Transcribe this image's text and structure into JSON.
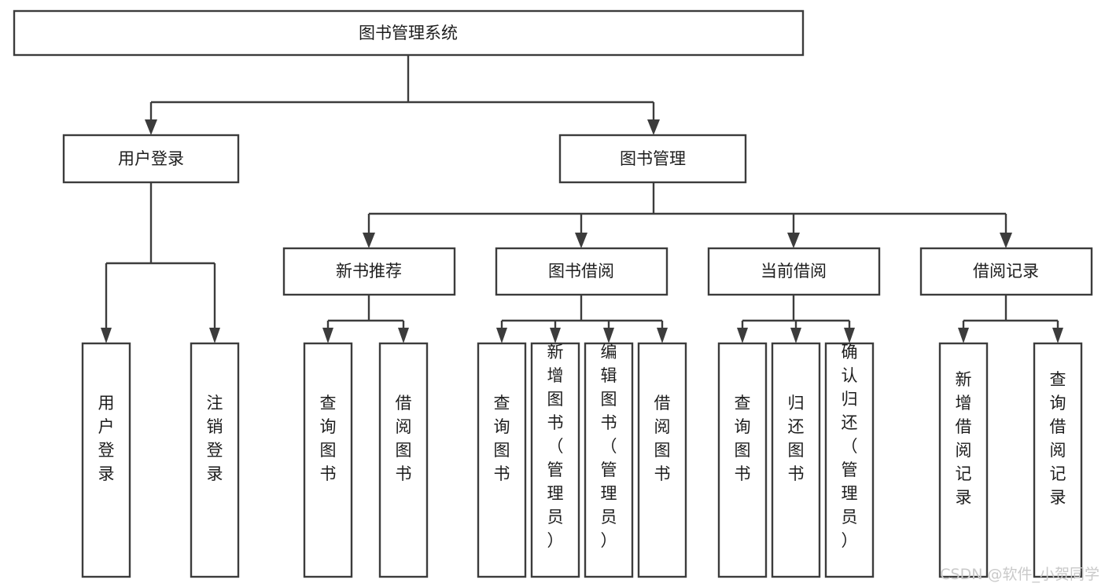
{
  "diagram": {
    "type": "tree",
    "orientation": "top-down",
    "title": "图书管理系统",
    "colors": {
      "background": "#ffffff",
      "box_fill": "#ffffff",
      "box_stroke": "#3c3c3c",
      "text": "#1d1d1d",
      "watermark": "#c9c9c9"
    },
    "root": {
      "label": "图书管理系统",
      "orientation": "horizontal"
    },
    "level2": [
      {
        "label": "用户登录",
        "orientation": "horizontal"
      },
      {
        "label": "图书管理",
        "orientation": "horizontal"
      }
    ],
    "level3": [
      {
        "label": "新书推荐",
        "orientation": "horizontal"
      },
      {
        "label": "图书借阅",
        "orientation": "horizontal"
      },
      {
        "label": "当前借阅",
        "orientation": "horizontal"
      },
      {
        "label": "借阅记录",
        "orientation": "horizontal"
      }
    ],
    "leaves": {
      "user_login": [
        {
          "label": "用户登录",
          "orientation": "vertical"
        },
        {
          "label": "注销登录",
          "orientation": "vertical"
        }
      ],
      "new_book_recommend": [
        {
          "label": "查询图书",
          "orientation": "vertical"
        },
        {
          "label": "借阅图书",
          "orientation": "vertical"
        }
      ],
      "book_borrow": [
        {
          "label": "查询图书",
          "orientation": "vertical"
        },
        {
          "label": "新增图书（管理员）",
          "orientation": "vertical"
        },
        {
          "label": "编辑图书（管理员）",
          "orientation": "vertical"
        },
        {
          "label": "借阅图书",
          "orientation": "vertical"
        }
      ],
      "current_borrow": [
        {
          "label": "查询图书",
          "orientation": "vertical"
        },
        {
          "label": "归还图书",
          "orientation": "vertical"
        },
        {
          "label": "确认归还（管理员）",
          "orientation": "vertical"
        }
      ],
      "borrow_record": [
        {
          "label": "新增借阅记录",
          "orientation": "vertical"
        },
        {
          "label": "查询借阅记录",
          "orientation": "vertical"
        }
      ]
    }
  },
  "watermark": {
    "text": "CSDN @软件_小贺同学"
  }
}
